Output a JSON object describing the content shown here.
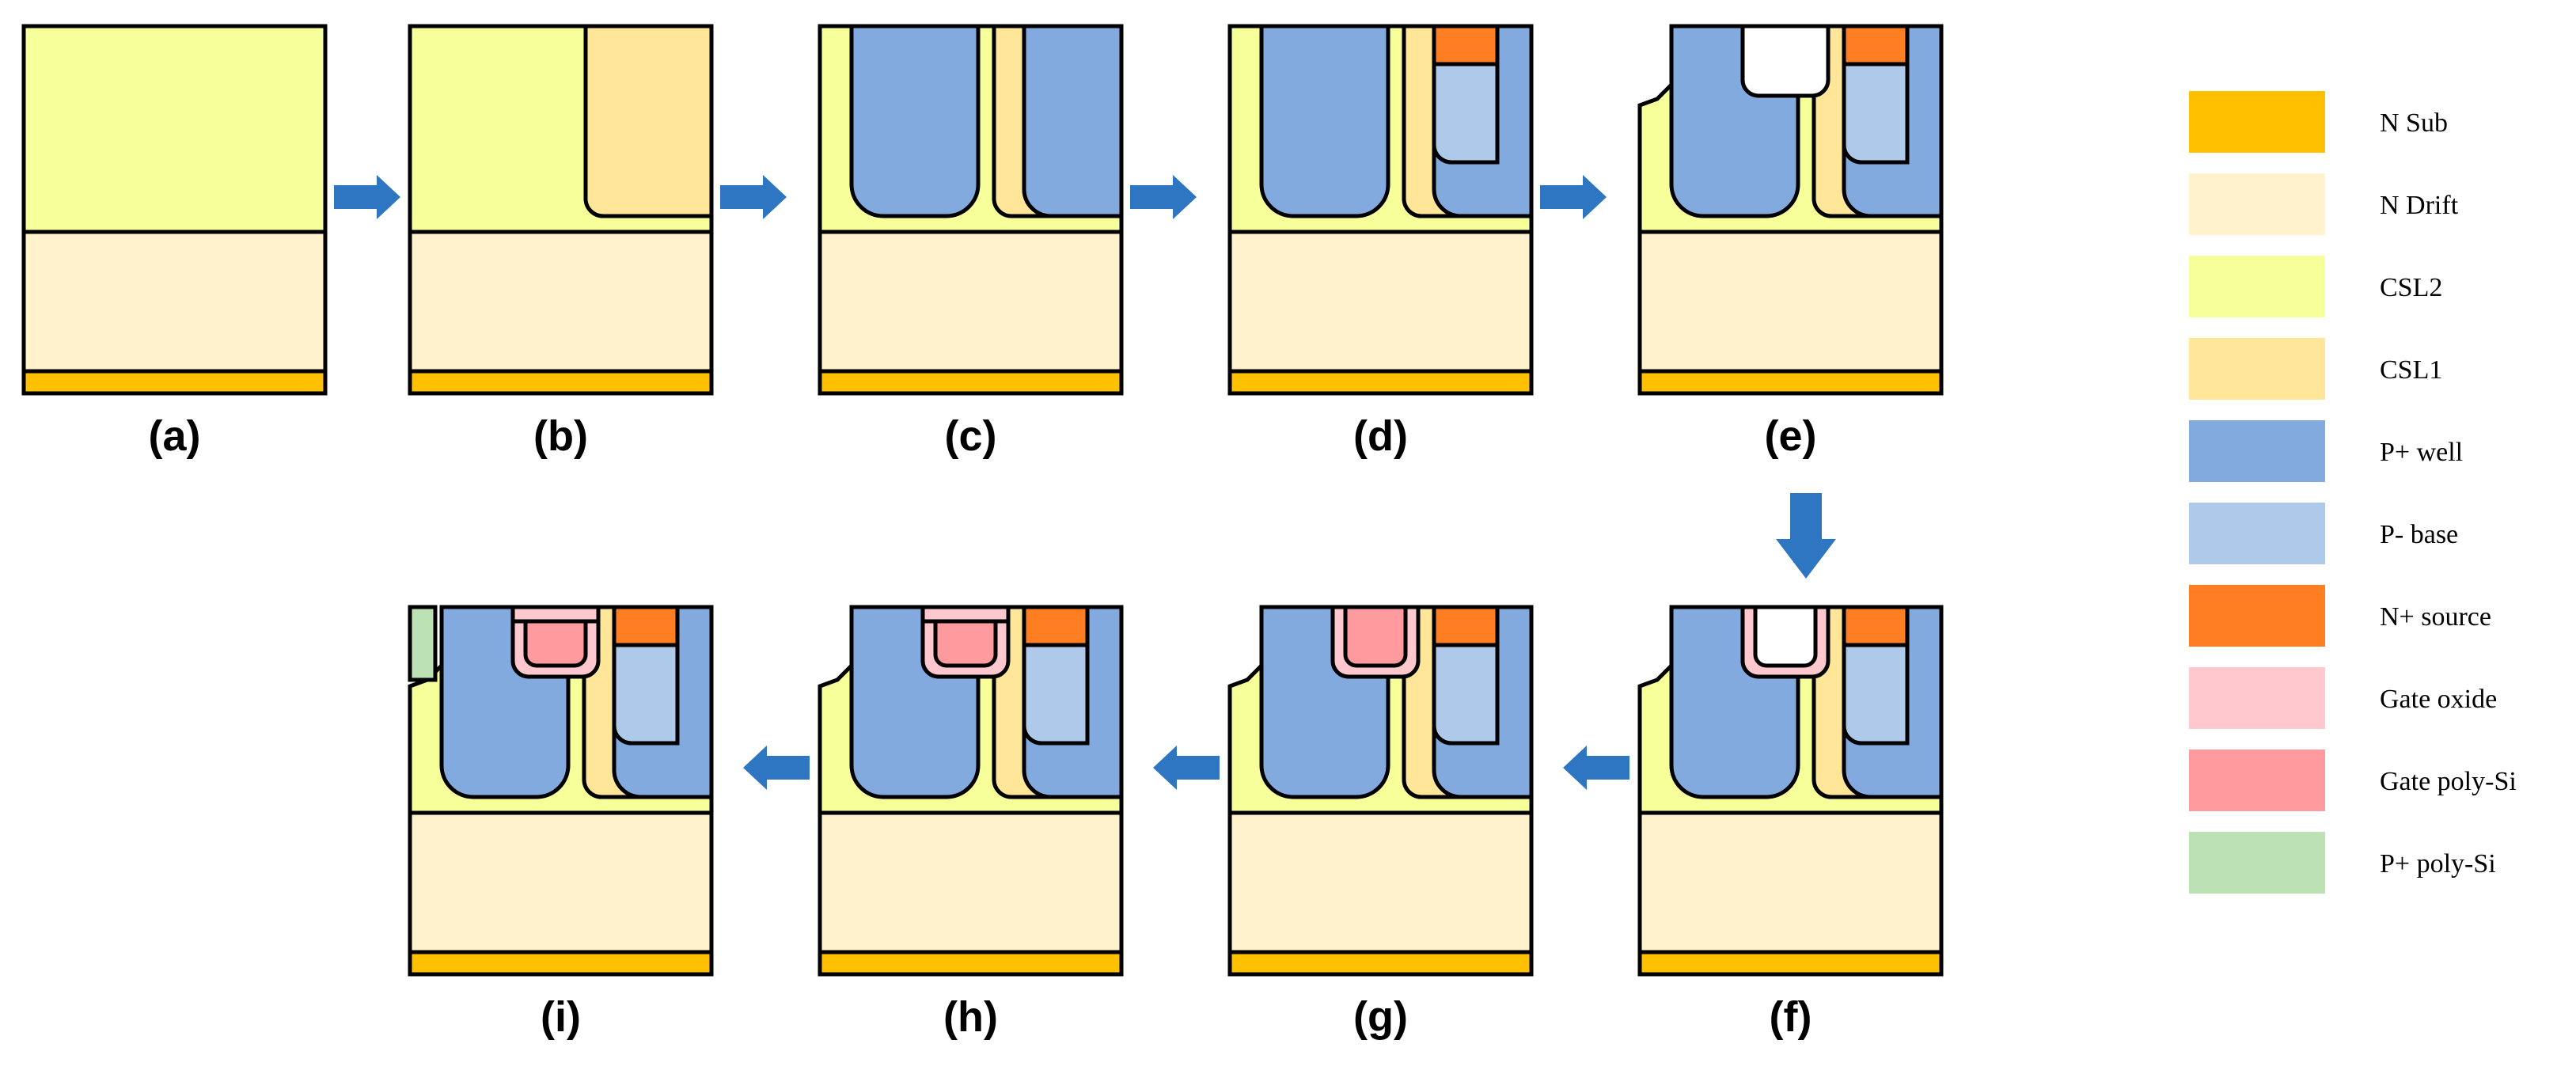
{
  "colors": {
    "outline": "#000000",
    "arrow": "#2E75C2",
    "n_sub": "#FFC000",
    "n_drift": "#FFF2CC",
    "csl2": "#F7FF9A",
    "csl1": "#FFE699",
    "p_well": "#83AADF",
    "p_base": "#AFC9EA",
    "n_source": "#FF7E22",
    "gate_oxide": "#FFC7CE",
    "gate_poly": "#FF9B9F",
    "p_poly": "#BBE1B4"
  },
  "legend": [
    {
      "key": "n_sub",
      "label": "N Sub"
    },
    {
      "key": "n_drift",
      "label": "N Drift"
    },
    {
      "key": "csl2",
      "label": "CSL2"
    },
    {
      "key": "csl1",
      "label": "CSL1"
    },
    {
      "key": "p_well",
      "label": "P+ well"
    },
    {
      "key": "p_base",
      "label": "P- base"
    },
    {
      "key": "n_source",
      "label": "N+ source"
    },
    {
      "key": "gate_oxide",
      "label": "Gate oxide"
    },
    {
      "key": "gate_poly",
      "label": "Gate poly-Si"
    },
    {
      "key": "p_poly",
      "label": "P+ poly-Si"
    }
  ],
  "panels": [
    {
      "id": "a",
      "label": "(a)"
    },
    {
      "id": "b",
      "label": "(b)"
    },
    {
      "id": "c",
      "label": "(c)"
    },
    {
      "id": "d",
      "label": "(d)"
    },
    {
      "id": "e",
      "label": "(e)"
    },
    {
      "id": "f",
      "label": "(f)"
    },
    {
      "id": "g",
      "label": "(g)"
    },
    {
      "id": "h",
      "label": "(h)"
    },
    {
      "id": "i",
      "label": "(i)"
    }
  ],
  "arrows": [
    {
      "from": "a",
      "to": "b",
      "direction": "right"
    },
    {
      "from": "b",
      "to": "c",
      "direction": "right"
    },
    {
      "from": "c",
      "to": "d",
      "direction": "right"
    },
    {
      "from": "d",
      "to": "e",
      "direction": "right"
    },
    {
      "from": "e",
      "to": "f",
      "direction": "down"
    },
    {
      "from": "f",
      "to": "g",
      "direction": "left"
    },
    {
      "from": "g",
      "to": "h",
      "direction": "left"
    },
    {
      "from": "h",
      "to": "i",
      "direction": "left"
    }
  ]
}
